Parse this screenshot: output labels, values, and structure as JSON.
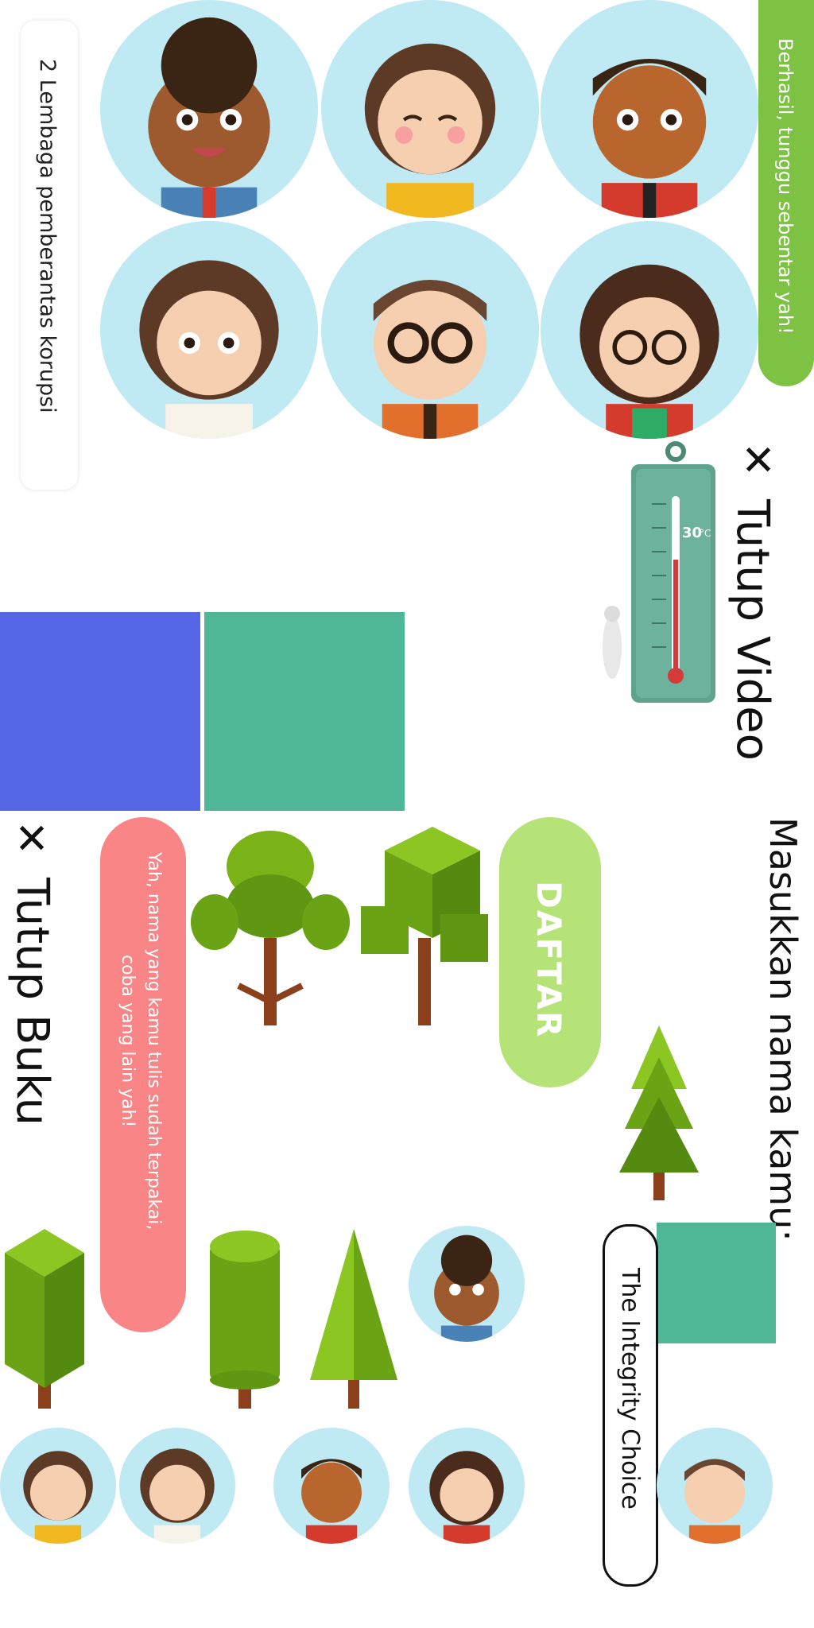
{
  "label_institution": "2  Lembaga pemberantas korupsi",
  "success_text": "Berhasil, tunggu sebentar yah!",
  "close_video_icon": "✕",
  "close_video_label": "Tutup Video",
  "prompt_name": "Masukkan nama kamu:",
  "register_button": "DAFTAR",
  "close_book_icon": "✕",
  "close_book_label": "Tutup Buku",
  "error_text": "Yah, nama yang kamu tulis sudah terpakai,\ncoba yang lain yah!",
  "name_input_value": "The Integrity Choice",
  "thermometer_value": "30",
  "thermometer_unit": "°C",
  "colors": {
    "green_pill": "#7dc242",
    "register_bg": "#b5e378",
    "error_bg": "#f98586",
    "blue_block": "#5567e6",
    "teal_block": "#4fb797",
    "avatar_bg": "#bfe9f3"
  },
  "icons": [
    "avatar-icon",
    "thermometer-icon",
    "tree-icon"
  ]
}
